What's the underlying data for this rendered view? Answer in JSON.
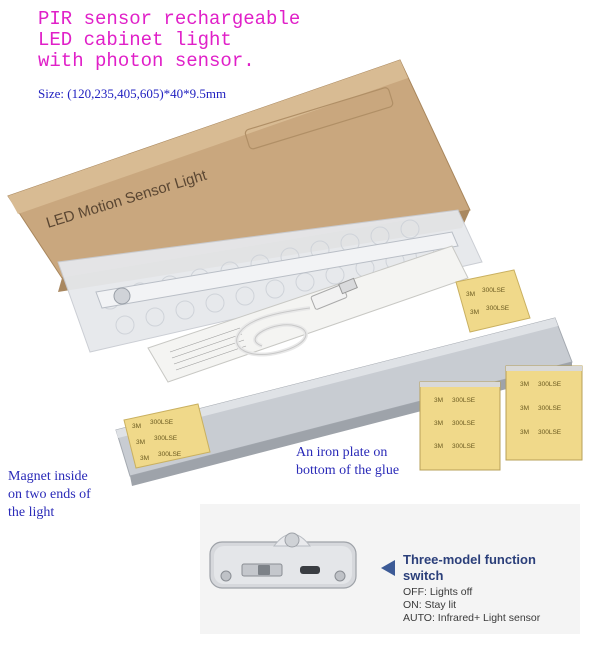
{
  "title_lines": [
    "PIR sensor rechargeable",
    "LED cabinet light",
    "with photon sensor."
  ],
  "size_text": "Size: (120,235,405,605)*40*9.5mm",
  "box_label": "LED Motion Sensor Light",
  "iron_plate_caption": [
    "An iron plate on",
    "bottom of the glue"
  ],
  "magnet_caption": [
    "Magnet inside",
    "on two ends of",
    "the light"
  ],
  "sticker": {
    "brand": "3M",
    "code": "300LSE"
  },
  "function_panel": {
    "title_lines": [
      "Three-model function",
      "switch"
    ],
    "items": [
      "OFF:  Lights off",
      "ON:  Stay lit",
      "AUTO: Infrared+ Light sensor"
    ]
  },
  "colors": {
    "title": "#e020c8",
    "caption": "#2a2ab8",
    "box": "#c9a77e",
    "sticker": "#f0d98a",
    "light_bar": "#c8ccd2"
  }
}
